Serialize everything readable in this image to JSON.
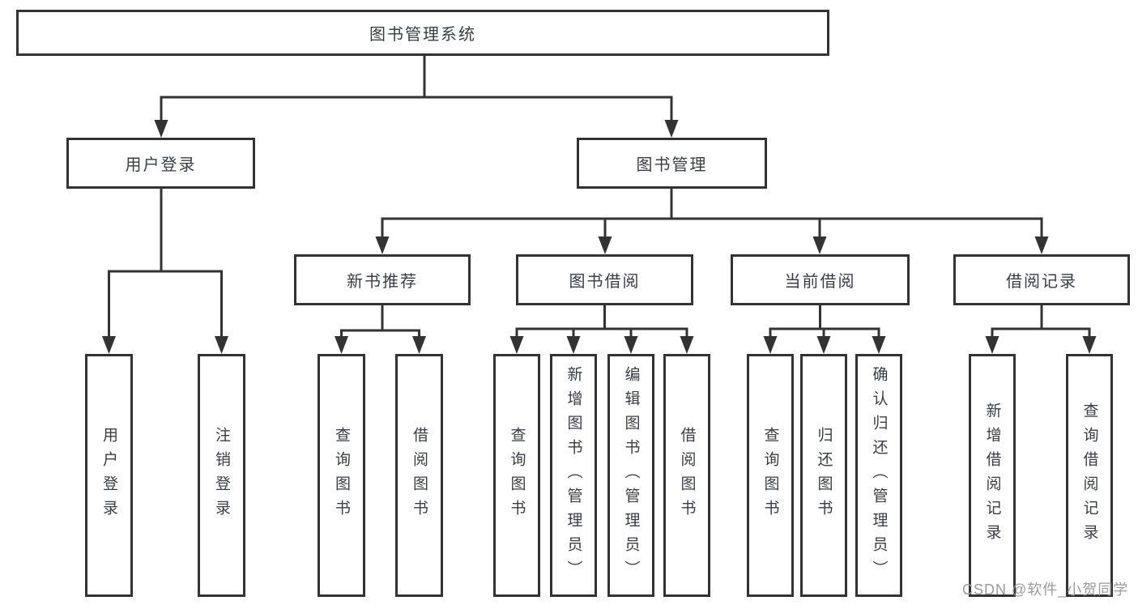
{
  "colors": {
    "line": "#333333",
    "box_border": "#333333",
    "text": "#3a3d42",
    "watermark": "#9b9b9b",
    "background": "#ffffff"
  },
  "watermark": "CSDN @软件_小贺同学",
  "tree": {
    "root": {
      "label": "图书管理系统"
    },
    "branches": [
      {
        "label": "用户登录",
        "children": [
          {
            "label": "用户登录"
          },
          {
            "label": "注销登录"
          }
        ]
      },
      {
        "label": "图书管理",
        "children": [
          {
            "label": "新书推荐",
            "children": [
              {
                "label": "查询图书"
              },
              {
                "label": "借阅图书"
              }
            ]
          },
          {
            "label": "图书借阅",
            "children": [
              {
                "label": "查询图书"
              },
              {
                "label": "新增图书（管理员）"
              },
              {
                "label": "编辑图书（管理员）"
              },
              {
                "label": "借阅图书"
              }
            ]
          },
          {
            "label": "当前借阅",
            "children": [
              {
                "label": "查询图书"
              },
              {
                "label": "归还图书"
              },
              {
                "label": "确认归还（管理员）"
              }
            ]
          },
          {
            "label": "借阅记录",
            "children": [
              {
                "label": "新增借阅记录"
              },
              {
                "label": "查询借阅记录"
              }
            ]
          }
        ]
      }
    ]
  }
}
